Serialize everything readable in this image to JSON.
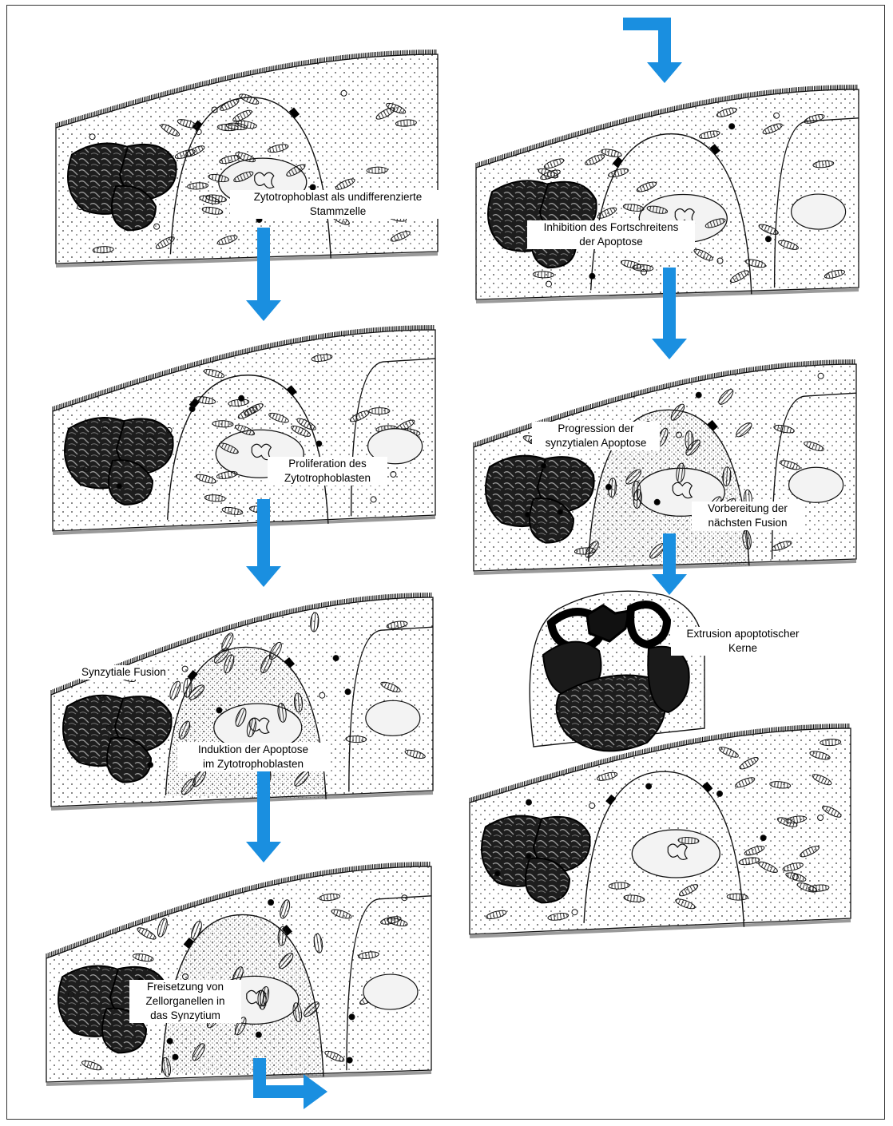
{
  "diagram": {
    "arrow_color": "#1a8fe0",
    "panels": [
      {
        "id": "stem-cell",
        "label_lines": [
          "Zytotrophoblast als undifferenzierte",
          "Stammzelle"
        ]
      },
      {
        "id": "proliferation",
        "label_lines": [
          "Proliferation des",
          "Zytotrophoblasten"
        ]
      },
      {
        "id": "apoptosis-induction",
        "label_lines": [
          "Induktion der Apoptose",
          "im Zytotrophoblasten"
        ],
        "extra_label_lines": [
          "Synzytiale Fusion"
        ]
      },
      {
        "id": "organelle-release",
        "label_lines": [
          "Freisetzung von",
          "Zellorganellen in",
          "das Synzytium"
        ]
      },
      {
        "id": "inhibition",
        "label_lines": [
          "Inhibition des Fortschreitens",
          "der Apoptose"
        ]
      },
      {
        "id": "progression",
        "label_lines": [
          "Progression der",
          "synzytialen Apoptose"
        ],
        "extra_label_lines": [
          "Vorbereitung der",
          "nächsten Fusion"
        ]
      },
      {
        "id": "extrusion",
        "label_lines": [
          "Extrusion apoptotischer",
          "Kerne"
        ]
      }
    ]
  }
}
